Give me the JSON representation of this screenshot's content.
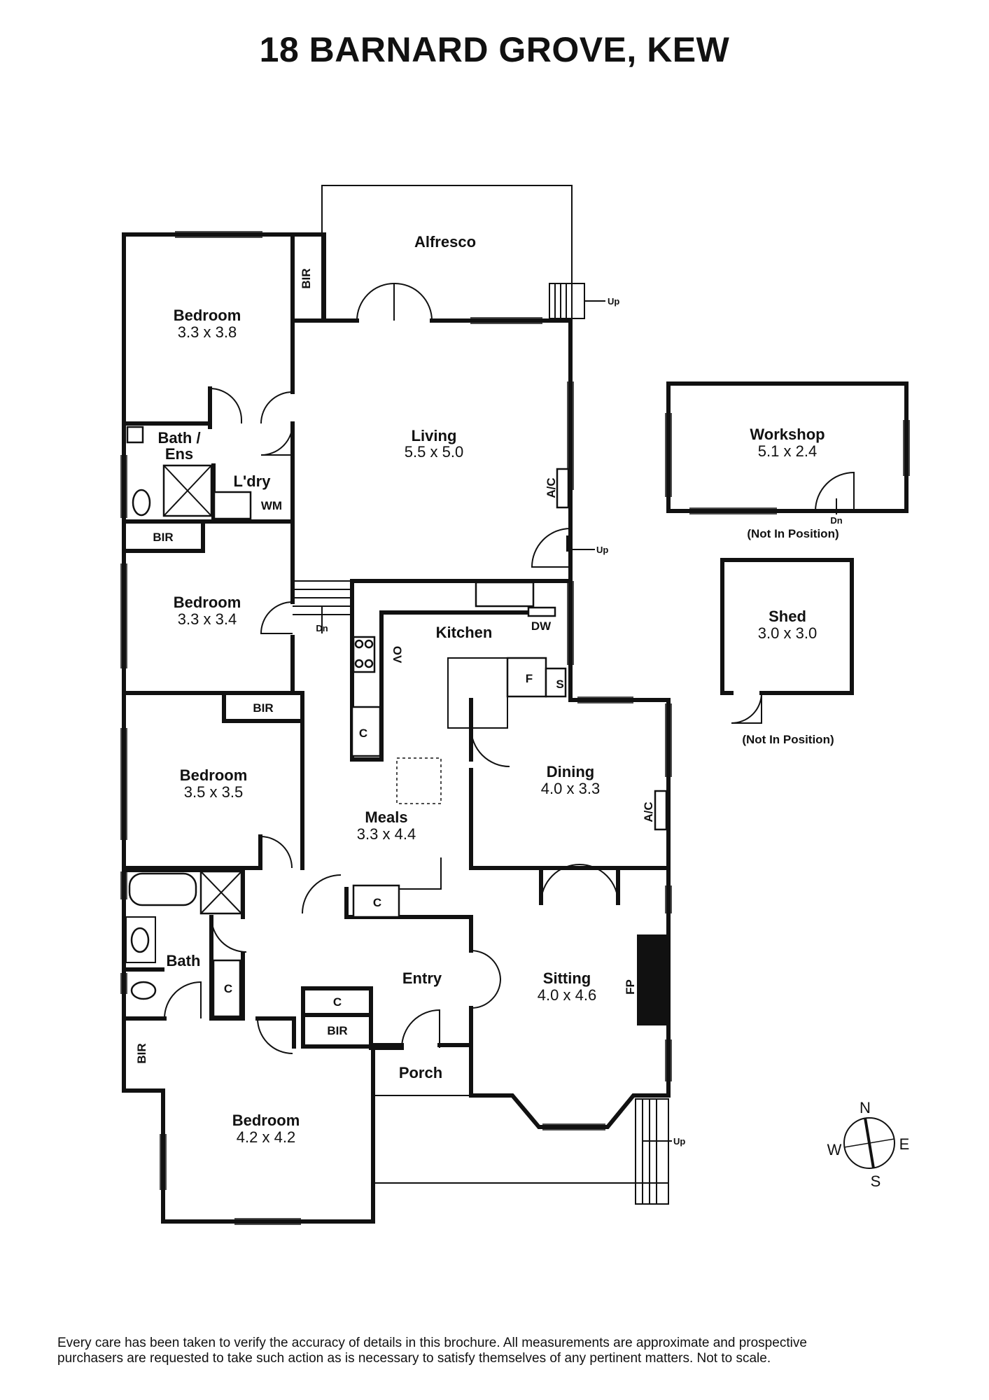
{
  "title": "18 BARNARD GROVE, KEW",
  "rooms": {
    "alfresco": {
      "name": "Alfresco"
    },
    "bedroom_nw": {
      "name": "Bedroom",
      "dims": "3.3 x 3.8"
    },
    "bir_nw": {
      "name": "BIR"
    },
    "bath_ens": {
      "name_line1": "Bath /",
      "name_line2": "Ens"
    },
    "laundry": {
      "name": "L'dry"
    },
    "wm": {
      "name": "WM"
    },
    "living": {
      "name": "Living",
      "dims": "5.5 x 5.0"
    },
    "ac_living": {
      "name": "A/C"
    },
    "bir_mid": {
      "name": "BIR"
    },
    "bedroom_mid": {
      "name": "Bedroom",
      "dims": "3.3 x 3.4"
    },
    "kitchen": {
      "name": "Kitchen"
    },
    "dw": {
      "name": "DW"
    },
    "ov": {
      "name": "OV"
    },
    "fridge": {
      "name": "F"
    },
    "pantry_s": {
      "name": "S"
    },
    "cupboard_kitchen": {
      "name": "C"
    },
    "bir_west": {
      "name": "BIR"
    },
    "bedroom_west": {
      "name": "Bedroom",
      "dims": "3.5 x 3.5"
    },
    "meals": {
      "name": "Meals",
      "dims": "3.3 x 4.4"
    },
    "cupboard_meals": {
      "name": "C"
    },
    "dining": {
      "name": "Dining",
      "dims": "4.0 x 3.3"
    },
    "ac_dining": {
      "name": "A/C"
    },
    "bath": {
      "name": "Bath"
    },
    "cupboard_bath": {
      "name": "C"
    },
    "entry": {
      "name": "Entry"
    },
    "cupboard_entry": {
      "name": "C"
    },
    "bir_entry": {
      "name": "BIR"
    },
    "sitting": {
      "name": "Sitting",
      "dims": "4.0 x 4.6"
    },
    "fp": {
      "name": "FP"
    },
    "porch": {
      "name": "Porch"
    },
    "bir_main": {
      "name": "BIR"
    },
    "bedroom_main": {
      "name": "Bedroom",
      "dims": "4.2 x 4.2"
    },
    "workshop": {
      "name": "Workshop",
      "dims": "5.1 x 2.4",
      "note": "(Not In Position)"
    },
    "shed": {
      "name": "Shed",
      "dims": "3.0 x 3.0",
      "note": "(Not In Position)"
    }
  },
  "stairs": {
    "alfresco_up": "Up",
    "living_up": "Up",
    "hall_dn": "Dn",
    "workshop_dn": "Dn",
    "front_up": "Up"
  },
  "compass": {
    "n": "N",
    "e": "E",
    "s": "S",
    "w": "W"
  },
  "disclaimer": {
    "line1": "Every care has been taken to verify the accuracy of details in this brochure. All measurements are approximate and prospective",
    "line2": "purchasers are requested to take such action as is necessary to satisfy themselves of any pertinent matters. Not to scale."
  }
}
